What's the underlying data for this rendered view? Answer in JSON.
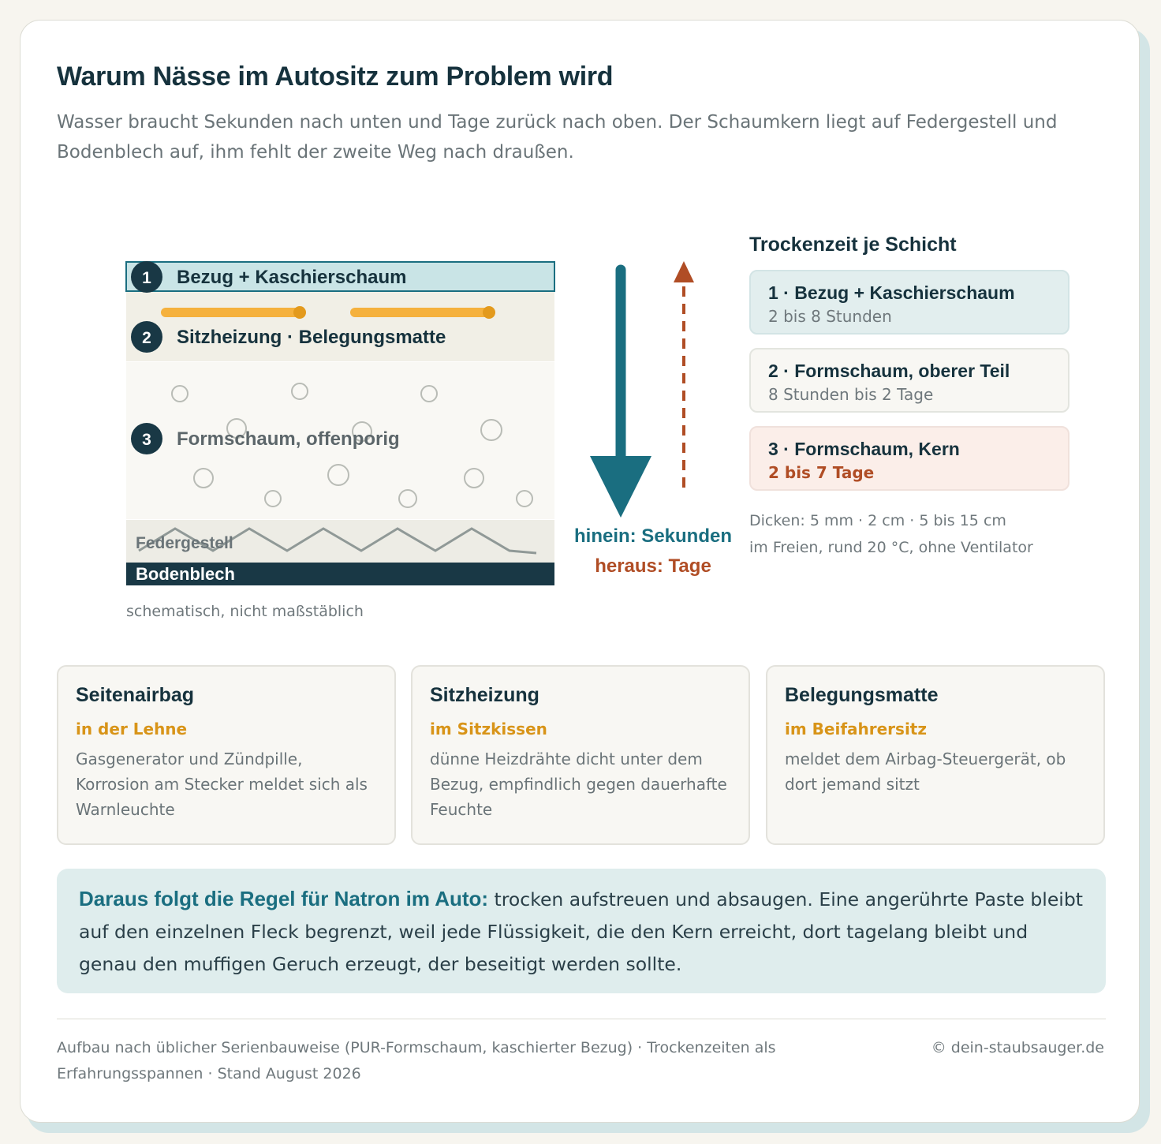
{
  "header": {
    "title": "Warum Nässe im Autositz zum Problem wird",
    "subtitle": "Wasser braucht Sekunden nach unten und Tage zurück nach oben. Der Schaumkern liegt auf Federgestell und Bodenblech auf, ihm fehlt der zweite Weg nach draußen."
  },
  "diagram": {
    "layers": [
      {
        "num": "1",
        "label": "Bezug + Kaschierschaum"
      },
      {
        "num": "2",
        "label": "Sitzheizung · Belegungsmatte"
      },
      {
        "num": "3",
        "label": "Formschaum, offenporig"
      }
    ],
    "spring_label": "Federgestell",
    "floor_label": "Bodenblech",
    "caption": "schematisch, nicht maßstäblich",
    "arrow_in": "hinein: Sekunden",
    "arrow_out": "heraus: Tage",
    "colors": {
      "teal": "#1a6e80",
      "rust": "#b04d25",
      "heater": "#f5b13d",
      "dark": "#193845"
    }
  },
  "drying": {
    "title": "Trockenzeit je Schicht",
    "items": [
      {
        "label": "1 · Bezug + Kaschierschaum",
        "value": "2 bis 8 Stunden"
      },
      {
        "label": "2 · Formschaum, oberer Teil",
        "value": "8 Stunden bis 2 Tage"
      },
      {
        "label": "3 · Formschaum, Kern",
        "value": "2 bis 7 Tage"
      }
    ],
    "note_line1": "Dicken: 5 mm · 2 cm · 5 bis 15 cm",
    "note_line2": "im Freien, rund 20 °C, ohne Ventilator"
  },
  "components": [
    {
      "title": "Seitenairbag",
      "location": "in der Lehne",
      "desc": "Gasgenerator und Zündpille, Korrosion am Stecker meldet sich als Warnleuchte"
    },
    {
      "title": "Sitzheizung",
      "location": "im Sitzkissen",
      "desc": "dünne Heizdrähte dicht unter dem Bezug, empfindlich gegen dauerhafte Feuchte"
    },
    {
      "title": "Belegungsmatte",
      "location": "im Beifahrersitz",
      "desc": "meldet dem Airbag-Steuergerät, ob dort jemand sitzt"
    }
  ],
  "rule": {
    "lead": "Daraus folgt die Regel für Natron im Auto:",
    "text": " trocken aufstreuen und absaugen. Eine angerührte Paste bleibt auf den einzelnen Fleck begrenzt, weil jede Flüssigkeit, die den Kern erreicht, dort tagelang bleibt und genau den muffigen Geruch erzeugt, der beseitigt werden sollte."
  },
  "footer": {
    "source": "Aufbau nach üblicher Serienbauweise (PUR-Formschaum, kaschierter Bezug) · Trockenzeiten als Erfahrungsspannen · Stand August 2026",
    "copyright": "© dein-staubsauger.de"
  }
}
